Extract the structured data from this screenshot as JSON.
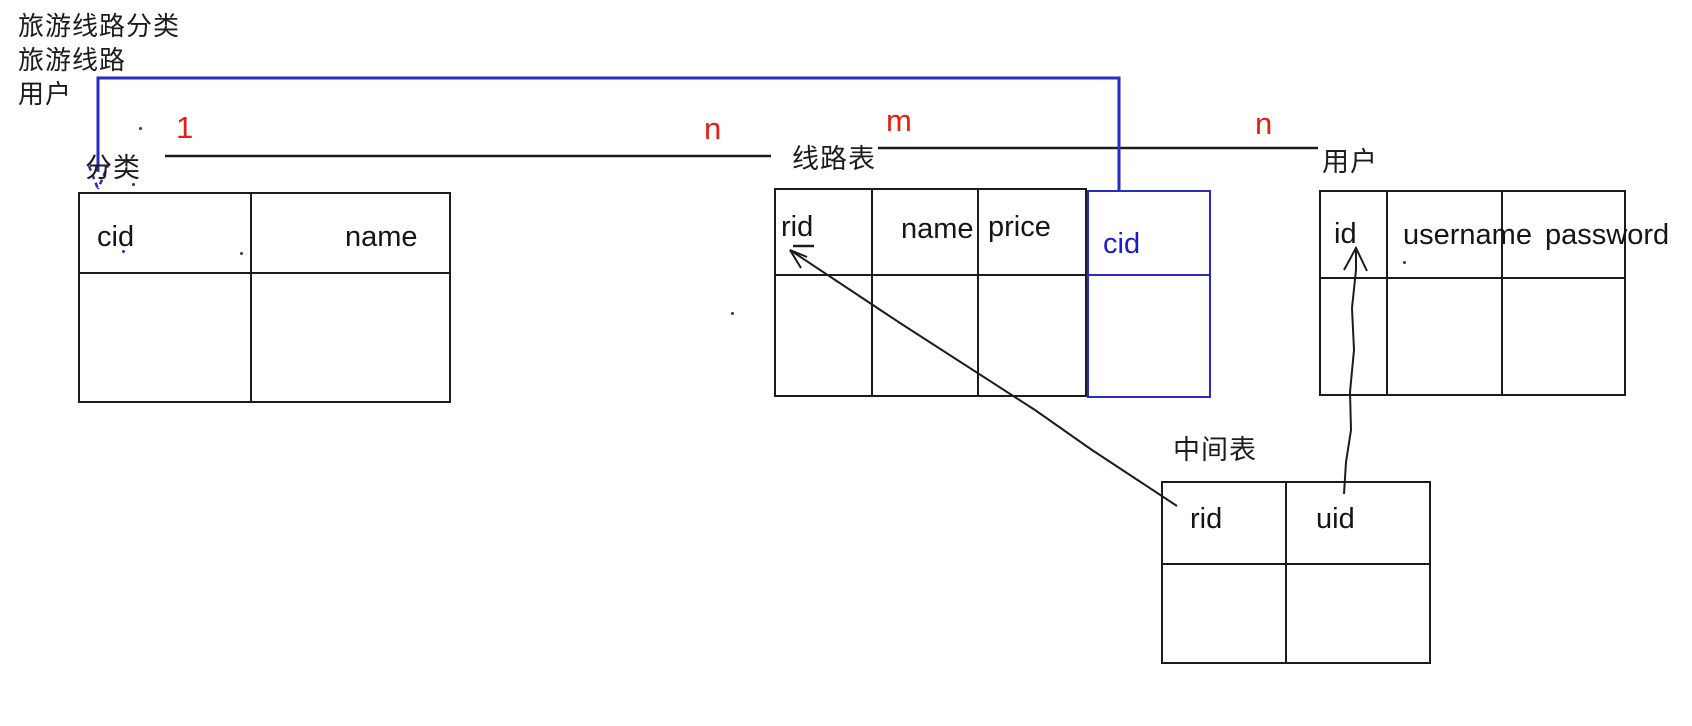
{
  "notes_top_left": {
    "line1": "旅游线路分类",
    "line2": "旅游线路",
    "line3": "用户"
  },
  "entity_labels": {
    "category": "分类",
    "route": "线路表",
    "user": "用户",
    "middle": "中间表"
  },
  "cardinality": {
    "category_side": "1",
    "route_left_side": "n",
    "route_right_side": "m",
    "user_side": "n"
  },
  "tables": {
    "category": {
      "fields": [
        "cid",
        "name"
      ]
    },
    "route": {
      "fields": [
        "rid",
        "name",
        "price",
        "cid"
      ]
    },
    "user": {
      "fields": [
        "id",
        "username",
        "password"
      ]
    },
    "middle": {
      "fields": [
        "rid",
        "uid"
      ]
    }
  },
  "colors": {
    "ink_black": "#1c1c1c",
    "line_blue": "#2a2ac4",
    "text_blue": "#1a1ad8",
    "annotation_red": "#e61e14",
    "background": "#ffffff"
  }
}
